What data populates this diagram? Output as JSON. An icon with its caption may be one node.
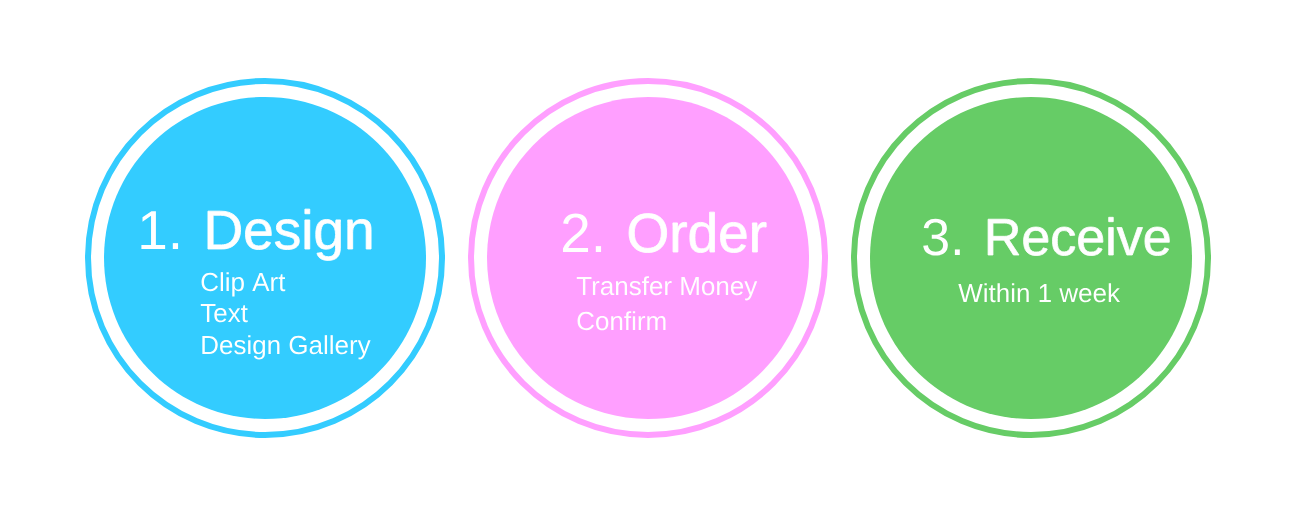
{
  "diagram": {
    "nodes": [
      {
        "text": [
          "1. **Design**",
          "Clip Art",
          "Text",
          "Design Gallery"
        ]
      },
      {
        "text": [
          "2. **Order**",
          "Transfer Money",
          "Confirm"
        ]
      },
      {
        "text": [
          "3. **Receive**",
          "Within 1 week"
        ]
      }
    ]
  }
}
